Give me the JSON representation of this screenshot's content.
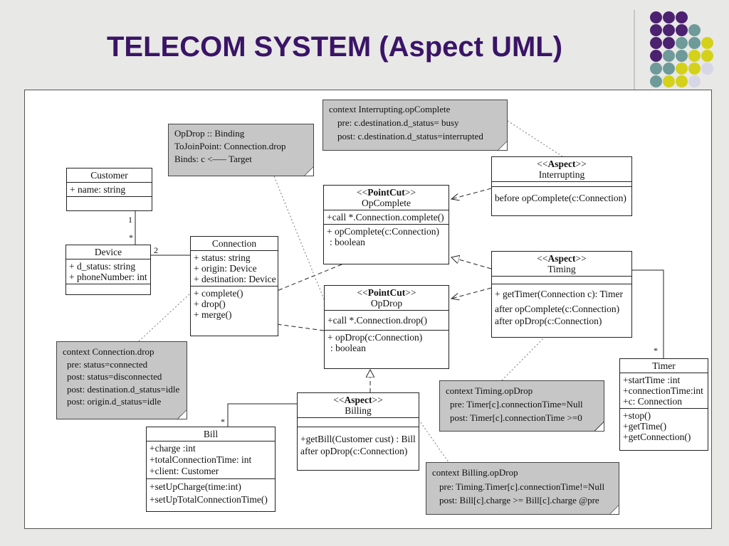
{
  "title": "TELECOM SYSTEM (Aspect UML)",
  "colors": {
    "title": "#3a1466",
    "dot_purple": "#4b2170",
    "dot_teal": "#6f9a9a",
    "dot_yellow": "#d4d11a",
    "dot_light": "#d6d6e6"
  },
  "classes": {
    "customer": {
      "name": "Customer",
      "attrs": [
        "+ name: string"
      ]
    },
    "device": {
      "name": "Device",
      "attrs": [
        "+ d_status: string",
        "+ phoneNumber: int"
      ]
    },
    "connection": {
      "name": "Connection",
      "attrs": [
        "+ status: string",
        "+ origin: Device",
        "+ destination: Device"
      ],
      "ops": [
        "+ complete()",
        "+ drop()",
        "+ merge()"
      ]
    },
    "opcomplete": {
      "stereotype": "PointCut",
      "name": "OpComplete",
      "attrs": [
        "+call *.Connection.complete()"
      ],
      "ops": [
        "+ opComplete(c:Connection)",
        ": boolean"
      ]
    },
    "opdrop": {
      "stereotype": "PointCut",
      "name": "OpDrop",
      "attrs": [
        "+call *.Connection.drop()"
      ],
      "ops": [
        "+ opDrop(c:Connection)",
        ": boolean"
      ]
    },
    "interrupting": {
      "stereotype": "Aspect",
      "name": "Interrupting",
      "ops": [
        "before opComplete(c:Connection)"
      ]
    },
    "timing": {
      "stereotype": "Aspect",
      "name": "Timing",
      "ops": [
        "+ getTimer(Connection c):  Timer",
        "after opComplete(c:Connection)",
        "after opDrop(c:Connection)"
      ]
    },
    "billing": {
      "stereotype": "Aspect",
      "name": "Billing",
      "ops": [
        "+getBill(Customer cust) : Bill",
        "after opDrop(c:Connection)"
      ]
    },
    "timer": {
      "name": "Timer",
      "attrs": [
        "+startTime :int",
        "+connectionTime:int",
        "+c: Connection"
      ],
      "ops": [
        "+stop()",
        "+getTime()",
        "+getConnection()"
      ]
    },
    "bill": {
      "name": "Bill",
      "attrs": [
        "+charge :int",
        "+totalConnectionTime: int",
        "+client: Customer"
      ],
      "ops": [
        "+setUpCharge(time:int)",
        "+setUpTotalConnectionTime()"
      ]
    }
  },
  "notes": {
    "binding": [
      "OpDrop :: Binding",
      "ToJoinPoint: Connection.drop",
      "Binds: c <––– Target"
    ],
    "interrupting_ctx": [
      "context   Interrupting.opComplete",
      "pre: c.destination.d_status= busy",
      "post: c.destination.d_status=interrupted"
    ],
    "connection_ctx": [
      "context   Connection.drop",
      "pre: status=connected",
      "post: status=disconnected",
      "post: destination.d_status=idle",
      "post: origin.d_status=idle"
    ],
    "timing_ctx": [
      "context   Timing.opDrop",
      "pre: Timer[c].connectionTime=Null",
      "post: Timer[c].connectionTime >=0"
    ],
    "billing_ctx": [
      "context   Billing.opDrop",
      "pre: Timing.Timer[c].connectionTime!=Null",
      "post: Bill[c].charge >= Bill[c].charge @pre"
    ]
  },
  "multiplicities": {
    "customer_one": "1",
    "device_many": "*",
    "device_two": "2",
    "timer_many": "*",
    "bill_many": "*"
  }
}
